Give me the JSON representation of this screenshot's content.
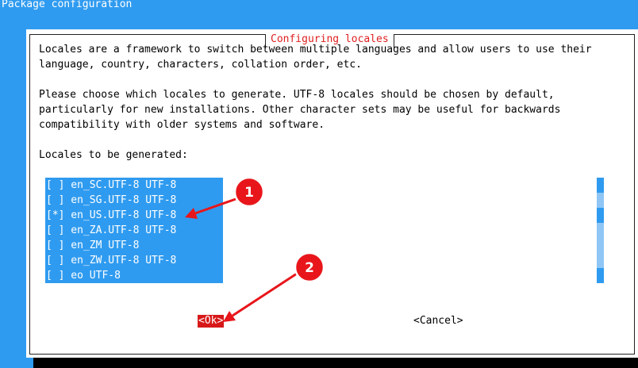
{
  "topbar": {
    "title": "Package configuration"
  },
  "dialog": {
    "title": "Configuring locales",
    "intro": [
      "Locales are a framework to switch between multiple languages and allow users to use their",
      "language, country, characters, collation order, etc."
    ],
    "choose": [
      "Please choose which locales to generate. UTF-8 locales should be chosen by default,",
      "particularly for new installations. Other character sets may be useful for backwards",
      "compatibility with older systems and software."
    ],
    "list_label": "Locales to be generated:",
    "locales": [
      "[ ] en_SC.UTF-8 UTF-8",
      "[ ] en_SG.UTF-8 UTF-8",
      "[*] en_US.UTF-8 UTF-8",
      "[ ] en_ZA.UTF-8 UTF-8",
      "[ ] en_ZM UTF-8",
      "[ ] en_ZW.UTF-8 UTF-8",
      "[ ] eo UTF-8"
    ],
    "ok_label": "<Ok>",
    "cancel_label": "<Cancel>"
  },
  "annotations": [
    {
      "number": "1"
    },
    {
      "number": "2"
    }
  ],
  "colors": {
    "background": "#2f9bf0",
    "title_red": "#e02020",
    "highlight_red": "#d81818",
    "marker_red": "#e8161b"
  }
}
